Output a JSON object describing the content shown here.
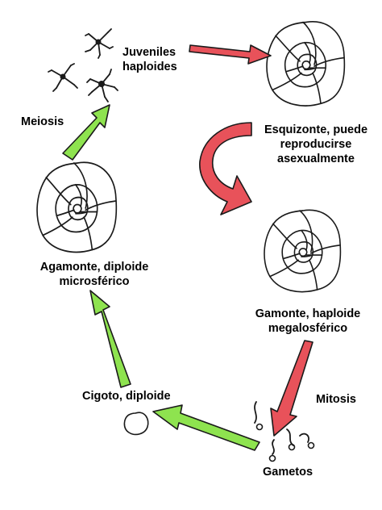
{
  "labels": {
    "juveniles": [
      "Juveniles",
      "haploides"
    ],
    "esquizonte": [
      "Esquizonte, puede",
      "reproducirse",
      "asexualmente"
    ],
    "gamonte": [
      "Gamonte, haploide",
      "megalosférico"
    ],
    "mitosis": "Mitosis",
    "gametos": "Gametos",
    "cigoto": "Cigoto, diploide",
    "agamonte": [
      "Agamonte, diploide",
      "microsférico"
    ],
    "meiosis": "Meiosis"
  },
  "colors": {
    "haploid_arrow": "#e8525a",
    "diploid_arrow": "#8ee34f",
    "outline": "#1a1a1a"
  }
}
